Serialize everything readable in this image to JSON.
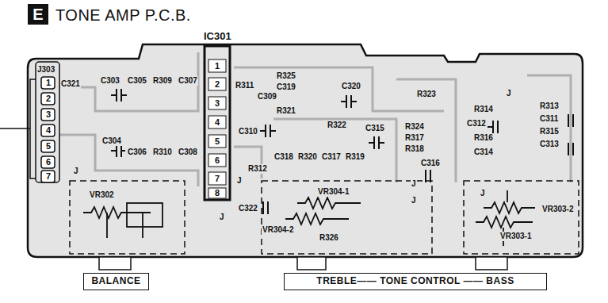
{
  "diagram": {
    "title": "TONE AMP P.C.B.",
    "nodes": [
      {
        "text": [
          "E"
        ]
      },
      {
        "text": [
          "BALANCE"
        ]
      },
      {
        "text": [
          "TREBLE—— TONE CONTROL —— BASS"
        ]
      }
    ],
    "labels": [
      "J303",
      "1",
      "2",
      "3",
      "4",
      "5",
      "6",
      "7",
      "1",
      "2",
      "3",
      "4",
      "5",
      "6",
      "7",
      "8",
      "IC301",
      "C321",
      "C303",
      "C305",
      "R309",
      "C307",
      "C304",
      "C306",
      "R310",
      "C308",
      "R311",
      "C309",
      "R325",
      "C319",
      "C320",
      "R321",
      "R322",
      "R323",
      "C310",
      "R312",
      "C318",
      "R320",
      "C317",
      "R319",
      "C315",
      "R324",
      "R317",
      "R318",
      "C316",
      "R314",
      "R313",
      "C312",
      "C311",
      "R316",
      "R315",
      "C314",
      "C313",
      "VR302",
      "VR304-1",
      "VR304-2",
      "R326",
      "VR303-2",
      "VR303-1",
      "C322",
      "J",
      "J",
      "J",
      "J",
      "J",
      "J",
      "J"
    ]
  }
}
